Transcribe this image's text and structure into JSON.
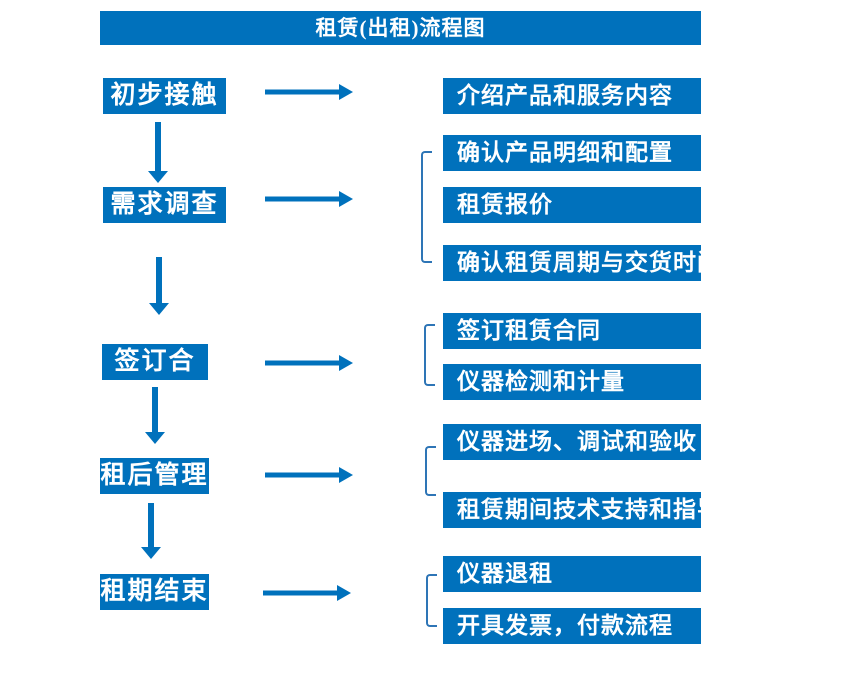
{
  "title": "租赁(出租)流程图",
  "colors": {
    "box_blue": "#0071BC",
    "bracket_blue": "#2E75B6",
    "text_white": "#FFFFFF",
    "background": "#FFFFFF"
  },
  "left_stages": [
    {
      "label": "初步接触"
    },
    {
      "label": "需求调查"
    },
    {
      "label": "签订合同"
    },
    {
      "label": "租后管理"
    },
    {
      "label": "租期结束"
    }
  ],
  "right_steps": [
    {
      "label": "介绍产品和服务内容"
    },
    {
      "label": "确认产品明细和配置"
    },
    {
      "label": "租赁报价"
    },
    {
      "label": "确认租赁周期与交货时间"
    },
    {
      "label": "签订租赁合同"
    },
    {
      "label": "仪器检测和计量"
    },
    {
      "label": "仪器进场、调试和验收"
    },
    {
      "label": "租赁期间技术支持和指导"
    },
    {
      "label": "仪器退租"
    },
    {
      "label": "开具发票，付款流程"
    }
  ]
}
